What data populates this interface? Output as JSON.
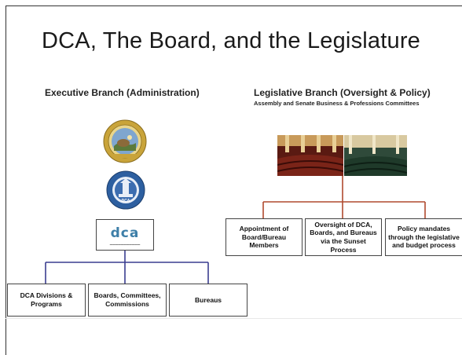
{
  "slide": {
    "title": "DCA, The Board, and the Legislature"
  },
  "executive": {
    "heading": "Executive Branch (Administration)",
    "logo_text": "dca",
    "children": [
      "DCA Divisions & Programs",
      "Boards, Committees, Commissions",
      "Bureaus"
    ]
  },
  "legislative": {
    "heading": "Legislative Branch (Oversight & Policy)",
    "subheading": "Assembly and Senate Business & Professions Committees",
    "children": [
      "Appointment of Board/Bureau Members",
      "Oversight of DCA, Boards, and Bureaus via the Sunset Process",
      "Policy mandates through the legislative and budget process"
    ]
  },
  "colors": {
    "executive_connector": "#3a3d8f",
    "legislative_connector": "#b04a2e",
    "dca_logo": "#3e7fa8",
    "seal_gold": "#c9a43a",
    "seal_blue": "#2d5fa0"
  }
}
